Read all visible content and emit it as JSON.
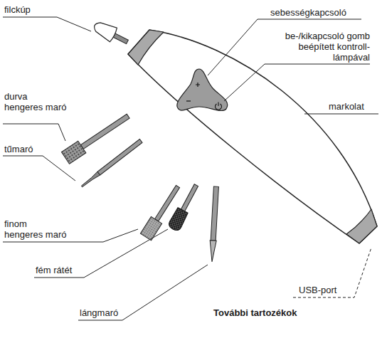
{
  "diagram": {
    "labels": [
      "filckúp",
      "sebességkapcsoló",
      "be-/kikapcsoló gomb beépített kontroll-lámpával",
      "markolat",
      "durva hengeres maró",
      "tűmaró",
      "finom hengeres maró",
      "fém rátét",
      "lángmaró",
      "USB-port",
      "További tartozékok"
    ]
  }
}
